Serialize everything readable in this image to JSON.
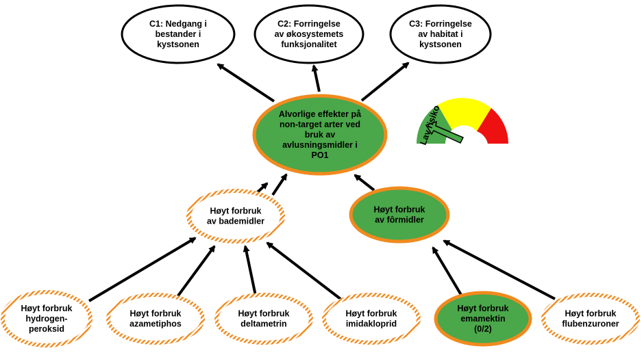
{
  "nodes": {
    "c1": [
      "C1: Nedgang i",
      "bestander i",
      "kystsonen"
    ],
    "c2": [
      "C2: Forringelse",
      "av økosystemets",
      "funksjonalitet"
    ],
    "c3": [
      "C3: Forringelse",
      "av habitat i",
      "kystsonen"
    ],
    "center": [
      "Alvorlige effekter på",
      "non-target arter ved",
      "bruk av",
      "avlusningsmidler i",
      "PO1"
    ],
    "bademidler": [
      "Høyt forbruk",
      "av bademidler"
    ],
    "formidler": [
      "Høyt forbruk",
      "av fôrmidler"
    ],
    "hydrogenperoksid": [
      "Høyt forbruk",
      "hydrogen-",
      "peroksid"
    ],
    "azametiphos": [
      "Høyt forbruk",
      "azametiphos"
    ],
    "deltametrin": [
      "Høyt forbruk",
      "deltametrin"
    ],
    "imidakloprid": [
      "Høyt forbruk",
      "imidakloprid"
    ],
    "emamektin": [
      "Høyt forbruk",
      "emamektin",
      "(0/2)"
    ],
    "flubenzuroner": [
      "Høyt forbruk",
      "flubenzuroner"
    ]
  },
  "gauge": {
    "label": "Lav risiko",
    "level": "low",
    "colors": {
      "low": "#4aa74a",
      "medium": "#ffff00",
      "high": "#ee1111"
    }
  },
  "colors": {
    "highlight_fill": "#4aa74a",
    "orange": "#f08a1e",
    "black": "#000000",
    "white": "#ffffff"
  }
}
